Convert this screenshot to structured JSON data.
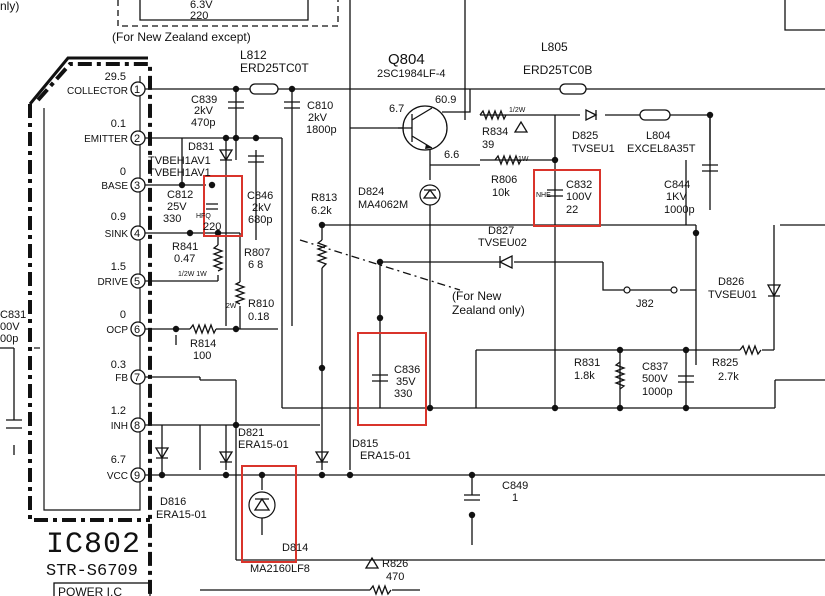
{
  "corner_text": "nly)",
  "top_box": {
    "line1": "6.3V",
    "line2": "220",
    "note": "(For New Zealand except)"
  },
  "ic": {
    "name": "IC802",
    "part": "STR-S6709",
    "footer": "POWER I.C",
    "pins": [
      {
        "num": "1",
        "name": "COLLECTOR",
        "voltage": "29.5"
      },
      {
        "num": "2",
        "name": "EMITTER",
        "voltage": "0.1"
      },
      {
        "num": "3",
        "name": "BASE",
        "voltage": "0"
      },
      {
        "num": "4",
        "name": "SINK",
        "voltage": "0.9"
      },
      {
        "num": "5",
        "name": "DRIVE",
        "voltage": "1.5"
      },
      {
        "num": "6",
        "name": "OCP",
        "voltage": "0"
      },
      {
        "num": "7",
        "name": "FB",
        "voltage": "0.3"
      },
      {
        "num": "8",
        "name": "INH",
        "voltage": "1.2"
      },
      {
        "num": "9",
        "name": "VCC",
        "voltage": "6.7"
      }
    ]
  },
  "components": {
    "l812": {
      "ref": "L812",
      "value": "ERD25TC0T"
    },
    "c839": {
      "ref": "C839",
      "v": "2kV",
      "value": "470p"
    },
    "c810": {
      "ref": "C810",
      "v": "2kV",
      "value": "1800p"
    },
    "d831": {
      "ref": "D831",
      "value": "TVBEH1AV1"
    },
    "d831b": {
      "value": "TVBEH1AV1"
    },
    "c812": {
      "ref": "C812",
      "v": "25V",
      "value": "330",
      "hfq": "HFQ",
      "value2": "220"
    },
    "c846": {
      "ref": "C846",
      "v": "2kV",
      "value": "680p"
    },
    "r841": {
      "ref": "R841",
      "value": "0.47",
      "w": "1/2W 1W"
    },
    "r807": {
      "ref": "R807",
      "value": "6 8"
    },
    "r810": {
      "ref": "R810",
      "value": "0.18",
      "w": "2W"
    },
    "r814": {
      "ref": "R814",
      "value": "100"
    },
    "r813": {
      "ref": "R813",
      "value": "6.2k"
    },
    "q804": {
      "ref": "Q804",
      "value": "2SC1984LF-4",
      "vc": "60.9",
      "vb": "6.7",
      "ve": "6.6"
    },
    "l805": {
      "ref": "L805",
      "value": "ERD25TC0B"
    },
    "r834": {
      "ref": "R834",
      "value": "39",
      "w": "1/2W"
    },
    "r806": {
      "ref": "R806",
      "value": "10k",
      "w": "1W"
    },
    "d825": {
      "ref": "D825",
      "value": "TVSEU1"
    },
    "l804": {
      "ref": "L804",
      "value": "EXCEL8A35T"
    },
    "d824": {
      "ref": "D824",
      "value": "MA4062M"
    },
    "c832": {
      "ref": "C832",
      "v": "100V",
      "value": "22",
      "mark": "NHE"
    },
    "c844": {
      "ref": "C844",
      "v": "1KV",
      "value": "1000p"
    },
    "d827": {
      "ref": "D827",
      "value": "TVSEU02"
    },
    "d826": {
      "ref": "D826",
      "value": "TVSEU01"
    },
    "j82": {
      "ref": "J82"
    },
    "note2": {
      "line1": "(For New",
      "line2": "Zealand only)"
    },
    "c836": {
      "ref": "C836",
      "v": "35V",
      "value": "330"
    },
    "r831": {
      "ref": "R831",
      "value": "1.8k"
    },
    "c837": {
      "ref": "C837",
      "v": "500V",
      "value": "1000p"
    },
    "r825": {
      "ref": "R825",
      "value": "2.7k"
    },
    "d821": {
      "ref": "D821",
      "value": "ERA15-01"
    },
    "d815": {
      "ref": "D815",
      "value": "ERA15-01"
    },
    "d816": {
      "ref": "D816",
      "value": "ERA15-01"
    },
    "d814": {
      "ref": "D814",
      "value": "MA2160LF8"
    },
    "c849": {
      "ref": "C849",
      "value": "1"
    },
    "r826": {
      "ref": "R826",
      "value": "470"
    },
    "c831": {
      "ref": "C831",
      "v": "00V",
      "value": "00p"
    }
  }
}
